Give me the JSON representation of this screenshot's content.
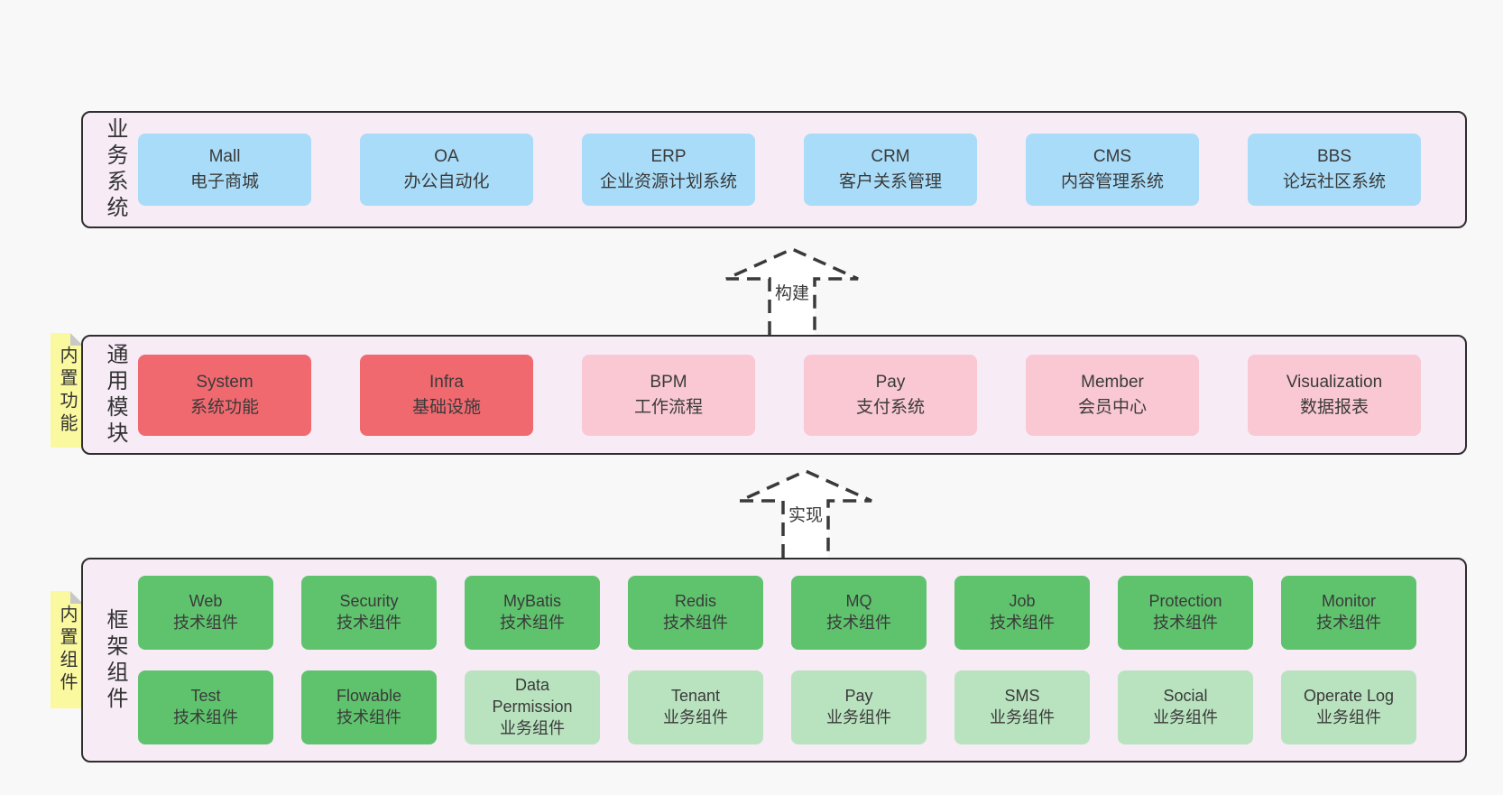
{
  "colors": {
    "page_background": "#f8f8f8",
    "layer_background": "#f7ebf6",
    "layer_border": "#2e2e2e",
    "box_blue": "#a9dcf8",
    "box_red": "#f0696f",
    "box_pink": "#f9c8d2",
    "box_green": "#5fc36d",
    "box_green_light": "#b9e3bf",
    "note_yellow": "#fbf99f",
    "note_fold_gray": "#c8c8c8",
    "text": "#3a3a3a"
  },
  "notes": [
    {
      "label": "内置功能"
    },
    {
      "label": "内置组件"
    }
  ],
  "arrows": [
    {
      "label": "构建"
    },
    {
      "label": "实现"
    }
  ],
  "layers": [
    {
      "label": "业务系统",
      "boxes": [
        {
          "title": "Mall",
          "subtitle": "电子商城"
        },
        {
          "title": "OA",
          "subtitle": "办公自动化"
        },
        {
          "title": "ERP",
          "subtitle": "企业资源计划系统"
        },
        {
          "title": "CRM",
          "subtitle": "客户关系管理"
        },
        {
          "title": "CMS",
          "subtitle": "内容管理系统"
        },
        {
          "title": "BBS",
          "subtitle": "论坛社区系统"
        }
      ]
    },
    {
      "label": "通用模块",
      "boxes": [
        {
          "title": "System",
          "subtitle": "系统功能"
        },
        {
          "title": "Infra",
          "subtitle": "基础设施"
        },
        {
          "title": "BPM",
          "subtitle": "工作流程"
        },
        {
          "title": "Pay",
          "subtitle": "支付系统"
        },
        {
          "title": "Member",
          "subtitle": "会员中心"
        },
        {
          "title": "Visualization",
          "subtitle": "数据报表"
        }
      ]
    },
    {
      "label": "框架组件",
      "boxes": [
        {
          "title": "Web",
          "subtitle": "技术组件"
        },
        {
          "title": "Security",
          "subtitle": "技术组件"
        },
        {
          "title": "MyBatis",
          "subtitle": "技术组件"
        },
        {
          "title": "Redis",
          "subtitle": "技术组件"
        },
        {
          "title": "MQ",
          "subtitle": "技术组件"
        },
        {
          "title": "Job",
          "subtitle": "技术组件"
        },
        {
          "title": "Protection",
          "subtitle": "技术组件"
        },
        {
          "title": "Monitor",
          "subtitle": "技术组件"
        },
        {
          "title": "Test",
          "subtitle": "技术组件"
        },
        {
          "title": "Flowable",
          "subtitle": "技术组件"
        },
        {
          "title": "Data Permission",
          "subtitle": "业务组件"
        },
        {
          "title": "Tenant",
          "subtitle": "业务组件"
        },
        {
          "title": "Pay",
          "subtitle": "业务组件"
        },
        {
          "title": "SMS",
          "subtitle": "业务组件"
        },
        {
          "title": "Social",
          "subtitle": "业务组件"
        },
        {
          "title": "Operate Log",
          "subtitle": "业务组件"
        }
      ]
    }
  ]
}
